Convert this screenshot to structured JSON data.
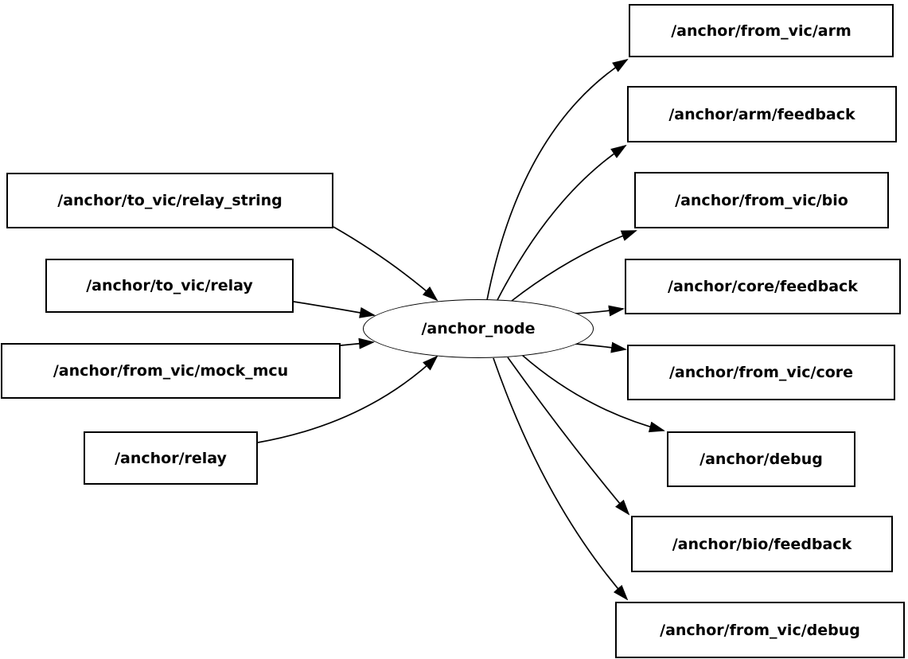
{
  "node_graph": {
    "center": {
      "label": "/anchor_node",
      "shape": "ellipse"
    },
    "input_topics": [
      {
        "label": "/anchor/to_vic/relay_string"
      },
      {
        "label": "/anchor/to_vic/relay"
      },
      {
        "label": "/anchor/from_vic/mock_mcu"
      },
      {
        "label": "/anchor/relay"
      }
    ],
    "output_topics": [
      {
        "label": "/anchor/from_vic/arm"
      },
      {
        "label": "/anchor/arm/feedback"
      },
      {
        "label": "/anchor/from_vic/bio"
      },
      {
        "label": "/anchor/core/feedback"
      },
      {
        "label": "/anchor/from_vic/core"
      },
      {
        "label": "/anchor/debug"
      },
      {
        "label": "/anchor/bio/feedback"
      },
      {
        "label": "/anchor/from_vic/debug"
      }
    ],
    "edge_count": 12,
    "colors": {
      "background": "#ffffff",
      "stroke": "#000000",
      "node_fill": "#ffffff",
      "text": "#000000"
    }
  }
}
